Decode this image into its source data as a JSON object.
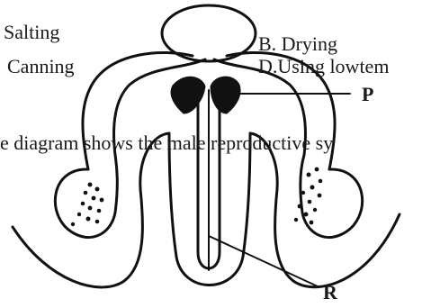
{
  "options": {
    "a_text": "Salting",
    "b_text": "B. Drying",
    "c_text": "Canning",
    "d_text": "D.Using lowtem"
  },
  "question": {
    "text": "e diagram shows the male reproductive sy"
  },
  "labels": {
    "p": "P",
    "r": "R"
  },
  "colors": {
    "ink": "#111111",
    "background": "#ffffff"
  }
}
